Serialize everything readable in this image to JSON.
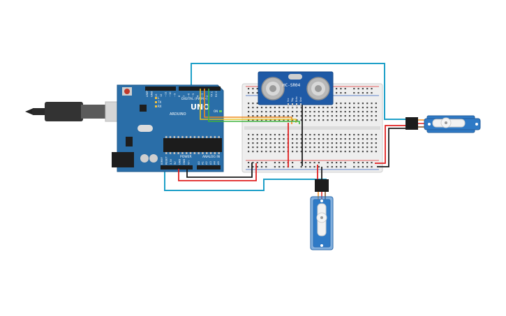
{
  "board": {
    "brand": "UNO",
    "subbrand": "ARDUINO",
    "digital_label": "DIGITAL (PWM~)",
    "power_label": "POWER",
    "analog_label": "ANALOG IN",
    "tx_label": "TX",
    "rx_label": "RX",
    "l_label": "L",
    "on_label": "ON",
    "digital_pins": [
      "AREF",
      "GND",
      "13",
      "12",
      "~11",
      "~10",
      "~9",
      "8",
      "7",
      "~6",
      "~5",
      "4",
      "~3",
      "2",
      "TX 1",
      "RX 0"
    ],
    "power_pins": [
      "IOREF",
      "RESET",
      "3.3V",
      "5V",
      "GND",
      "GND",
      "Vin"
    ],
    "analog_pins": [
      "A0",
      "A1",
      "A2",
      "A3",
      "A4",
      "A5"
    ]
  },
  "sensor": {
    "model": "HC-SR04",
    "pin_labels": [
      "Vcc",
      "Trig",
      "Echo",
      "Gnd"
    ]
  },
  "colors": {
    "board": "#2a6ea8",
    "wire_blue": "#1ea0c8",
    "wire_red": "#e02020",
    "wire_black": "#1a1a1a",
    "wire_orange": "#f08a1c",
    "wire_green": "#3cb43c",
    "wire_yellow": "#e8c420",
    "servo": "#2f7ac6",
    "breadboard": "#eeeeee"
  },
  "icons": [
    "usb-plug-icon",
    "reset-button-icon",
    "atmega-chip-icon",
    "servo-horn-icon"
  ]
}
